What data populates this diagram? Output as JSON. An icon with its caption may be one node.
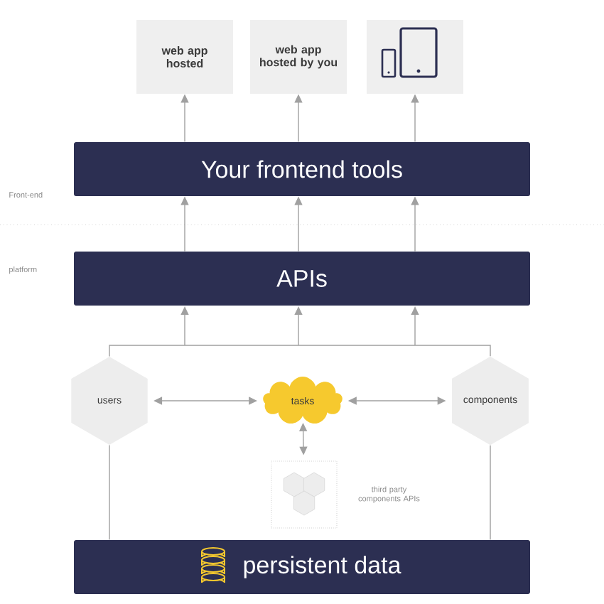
{
  "diagram": {
    "nodes": [
      {
        "text": [
          "web app hosted"
        ]
      },
      {
        "text": [
          "web app hosted by you"
        ]
      },
      {
        "text": [],
        "shape": "box"
      },
      {
        "text": [
          "Your frontend tools"
        ]
      },
      {
        "text": [
          "APIs"
        ]
      },
      {
        "text": [
          "users"
        ]
      },
      {
        "text": [
          "tasks"
        ]
      },
      {
        "text": [
          "components"
        ]
      },
      {
        "text": [],
        "shape": "box",
        "beside": [
          "third party components APIs"
        ]
      },
      {
        "text": [
          "persistent data"
        ]
      }
    ],
    "edges": [
      {
        "from": 3,
        "to": 0,
        "arrow": "to"
      },
      {
        "from": 3,
        "to": 1,
        "arrow": "to"
      },
      {
        "from": 3,
        "to": 2,
        "arrow": "to"
      },
      {
        "from": 4,
        "to": 3,
        "arrow": "to"
      },
      {
        "from": 4,
        "to": 3,
        "arrow": "to"
      },
      {
        "from": 4,
        "to": 3,
        "arrow": "to"
      },
      {
        "from": 5,
        "to": 4,
        "arrow": "to"
      },
      {
        "from": 7,
        "to": 4,
        "arrow": "to"
      },
      {
        "from": 5,
        "to": 6,
        "arrow": "both"
      },
      {
        "from": 6,
        "to": 7,
        "arrow": "both"
      },
      {
        "from": 6,
        "to": 8,
        "arrow": "both"
      },
      {
        "from": 5,
        "to": 9,
        "arrow": "none"
      },
      {
        "from": 7,
        "to": 9,
        "arrow": "none"
      }
    ],
    "labels": [
      "Front-end",
      "platform"
    ]
  }
}
